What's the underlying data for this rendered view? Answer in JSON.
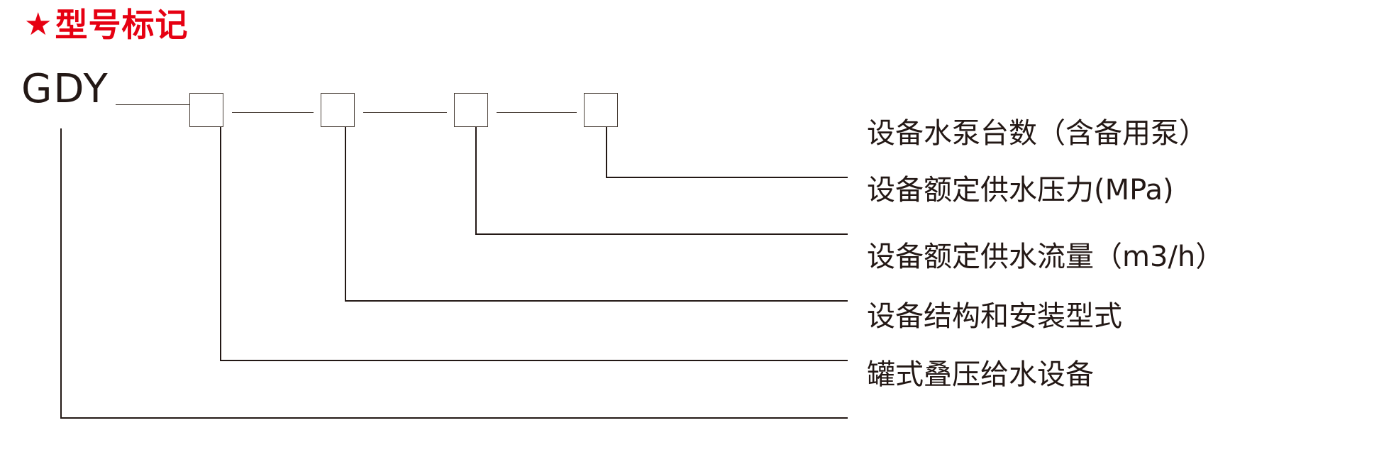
{
  "header": {
    "star_icon": "star-icon",
    "star_glyph": "★",
    "title": "型号标记",
    "color": "#e60012"
  },
  "model_code": {
    "prefix": "GDY",
    "empty_boxes": 4,
    "box_labels": [
      "",
      "",
      "",
      ""
    ]
  },
  "legend": {
    "items": [
      {
        "id": "pump-count",
        "text": "设备水泵台数（含备用泵）"
      },
      {
        "id": "rated-pressure",
        "text": "设备额定供水压力(MPa)"
      },
      {
        "id": "rated-flow",
        "text": "设备额定供水流量（m3/h）"
      },
      {
        "id": "structure-type",
        "text": "设备结构和安装型式"
      },
      {
        "id": "product-family",
        "text": "罐式叠压给水设备"
      }
    ]
  },
  "colors": {
    "accent_red": "#e60012",
    "line": "#231815",
    "box_border": "#4a4038",
    "background": "#ffffff"
  }
}
